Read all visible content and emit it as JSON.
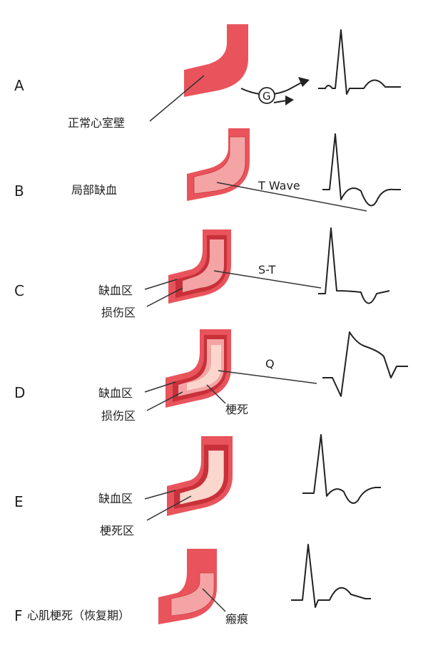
{
  "colors": {
    "wall": "#e9545c",
    "wall_edge": "#c2404a",
    "ischemia_dark": "#c8303a",
    "injury": "#f4a4a4",
    "infarct": "#fbd6cc",
    "scar": "#f4a4a4",
    "line": "#333333"
  },
  "rows": {
    "A": {
      "letter": "A",
      "label": "正常心室壁",
      "electrode": "G"
    },
    "B": {
      "letter": "B",
      "label": "局部缺血",
      "wave": "T Wave"
    },
    "C": {
      "letter": "C",
      "ischemia": "缺血区",
      "injury": "损伤区",
      "wave": "S-T"
    },
    "D": {
      "letter": "D",
      "ischemia": "缺血区",
      "injury": "损伤区",
      "infarct": "梗死",
      "wave": "Q"
    },
    "E": {
      "letter": "E",
      "ischemia": "缺血区",
      "infarct": "梗死区"
    },
    "F": {
      "letter": "F",
      "title": "心肌梗死（恢复期）",
      "scar": "瘢痕"
    }
  }
}
